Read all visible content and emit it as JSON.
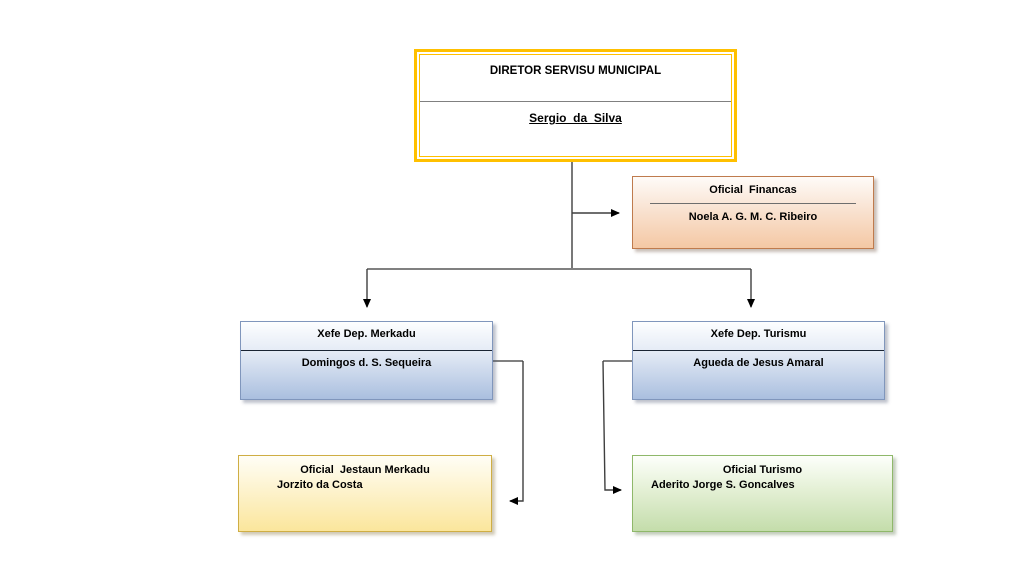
{
  "nodes": {
    "diretor": {
      "title": "DIRETOR SERVISU MUNICIPAL",
      "name": "Sergio  da  Silva"
    },
    "financas": {
      "title": "Oficial  Financas",
      "name": "Noela A. G. M. C. Ribeiro"
    },
    "merkadu": {
      "title": "Xefe Dep. Merkadu",
      "name": "Domingos d. S. Sequeira"
    },
    "turismu": {
      "title": "Xefe Dep. Turismu",
      "name": "Agueda de Jesus Amaral"
    },
    "jestaun_merkadu": {
      "title": "Oficial  Jestaun Merkadu",
      "name": "Jorzito da Costa"
    },
    "oficial_turismo": {
      "title": "Oficial Turismo",
      "name": "Aderito Jorge S. Goncalves"
    }
  },
  "colors": {
    "diretor_border": "#FFC000",
    "diretor_fill": "#FFFFFF",
    "financas_border": "#BF7B4D",
    "financas_fill_top": "#FEFBF8",
    "financas_fill_bottom": "#F4C8A4",
    "dept_border": "#8096BC",
    "dept_fill_top": "#FDFEFF",
    "dept_fill_bottom": "#AABFDF",
    "jestaun_border": "#CFAE44",
    "jestaun_fill_top": "#FFFEF6",
    "jestaun_fill_bottom": "#FBE69C",
    "turismo_border": "#8FB86A",
    "turismo_fill_top": "#FDFFFB",
    "turismo_fill_bottom": "#C4DDAB",
    "connector_gray": "#808080",
    "connector_dark": "#3F3F3F",
    "arrowhead": "#000000"
  }
}
